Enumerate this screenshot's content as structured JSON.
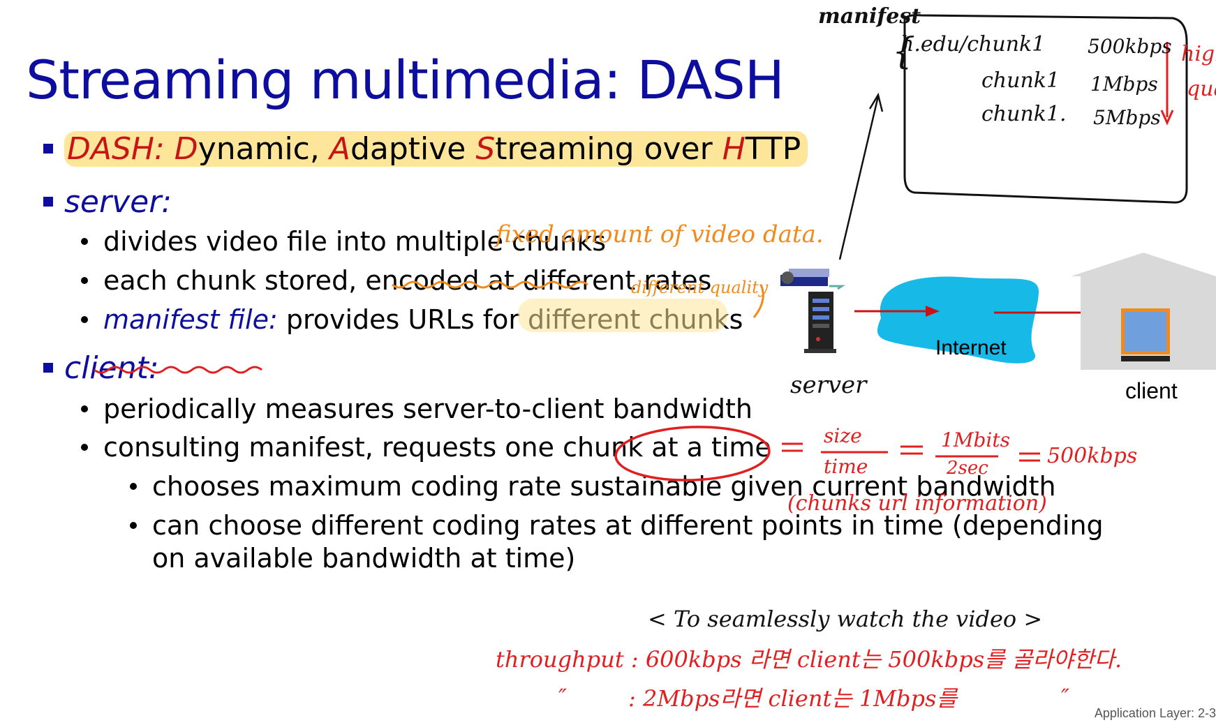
{
  "title": "Streaming multimedia: DASH",
  "bullets": {
    "dash_line": {
      "parts": [
        "DASH: D",
        "ynamic, ",
        "A",
        "daptive ",
        "S",
        "treaming over ",
        "H",
        "TTP"
      ]
    },
    "server_heading": "server:",
    "server_items": [
      "divides video file into multiple chunks",
      "each chunk stored, encoded at different rates"
    ],
    "manifest_item": {
      "label": "manifest file:",
      "rest": " provides URLs for different chunks"
    },
    "client_heading": "client:",
    "client_items": [
      "periodically measures server-to-client bandwidth",
      "consulting manifest, requests one chunk at a time"
    ],
    "client_subitems": [
      "chooses maximum coding rate sustainable given current bandwidth",
      "can choose different coding rates at different points in time (depending",
      "on available bandwidth at time)"
    ]
  },
  "diagram": {
    "server_label": "server",
    "internet_label": "Internet",
    "client_label": "client"
  },
  "annotations": {
    "manifest_label": "manifest",
    "manifest_rows": [
      {
        "chunk": "h.edu/chunk1",
        "rate": "500kbps"
      },
      {
        "chunk": "chunk1",
        "rate": "1Mbps"
      },
      {
        "chunk": "chunk1.",
        "rate": "5Mbps"
      }
    ],
    "high_quality": [
      "high",
      "qua"
    ],
    "fixed_amount": "fixed amount of video data.",
    "different_quality": "different quality",
    "eq_size": "size",
    "eq_time": "time",
    "eq_mbits": "1Mbits",
    "eq_sec": "2sec",
    "eq_result": "500kbps",
    "chunks_url": "(chunks url information)",
    "seamlessly": "< To seamlessly watch the video >",
    "throughput_line1": "throughput : 600kbps 라면 client는 500kbps를 골라야한다.",
    "throughput_line2_prefix": "″",
    "throughput_line2": ": 2Mbps라면 client는 1Mbps를",
    "throughput_line2_suffix": "″"
  },
  "footer": "Application Layer: 2-3",
  "colors": {
    "title_blue": "#0d0d9e",
    "dash_red": "#c81414",
    "highlight": "#fde59a",
    "pen_red": "#e02020",
    "pen_orange": "#f08a1c",
    "internet_cyan": "#17b9e6"
  }
}
